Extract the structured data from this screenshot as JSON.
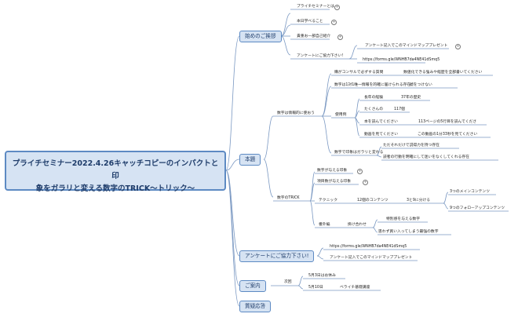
{
  "root": {
    "line1": "プライチセミナー2022.4.26キャッチコピーのインパクトと印",
    "line2": "象をガラリと変える数字のTRICK〜トリック〜"
  },
  "branch1": {
    "label": "始めのご挨拶",
    "items": [
      "プライチセミナーとは",
      "本日学べること",
      "貴重お一部自己紹介",
      "アンケートにご協力下さい!"
    ],
    "survey": [
      "アンケート記入でこのマインドマッププレゼント",
      "https://forms.gle/WNHB7da4NE41dSmq5"
    ]
  },
  "branch2": {
    "label": "本題",
    "sub1": {
      "label": "数字は情報的に使おう",
      "a": "購がコンサルで必ずする質問",
      "a_child": "数値化できる強みや経歴を全部書いてください",
      "b": "数字は1対1唯一情報を的確に届けられる存在",
      "b_child": "嘘をつけない",
      "usage": "使用例",
      "e1": "長年の経験",
      "e1c": "37年の歴史",
      "e2": "たくさんの",
      "e2c": "117個",
      "e3": "本を読んでください",
      "e3c": "113ページの5行目を読んでくださ",
      "e4": "動画を見てください",
      "e4c": "この動画の1分33秒を見てください",
      "c": "数字で印象はガラリと変わる",
      "c1": "ただそれだけで説得力を持つ存在",
      "c2": "読者の行動を明確にして迷いをなくしてくれる存在"
    },
    "sub2": {
      "label": "数字のTRICK",
      "t1": "数字が与える印象",
      "t2": "項目数が与える印象",
      "tech": "テクニック",
      "tech1": "12個のコンテンツ",
      "tech2": "3と9に分ける",
      "tech3a": "3つのメインコンテンツ",
      "tech3b": "9つのフォローアップコンテンツ",
      "ban": "番外編",
      "ban1": "掛け合わせ",
      "ban2a": "特別感を与える数字",
      "ban2b": "思わず買い入ってしまう最強の数字"
    }
  },
  "branch3": {
    "label": "アンケートにご協力下さい!",
    "items": [
      "https://forms.gle/WNHB7da4NE41dSmq5",
      "アンケート記入でこのマインドマッププレゼント"
    ]
  },
  "branch4": {
    "label": "ご案内",
    "next": "次回",
    "n1": "5月3日はお休み",
    "n2": "5月10日",
    "n2c": "ベライチ基礎講座"
  },
  "branch5": {
    "label": "質疑応答"
  },
  "plus_symbol": "+"
}
